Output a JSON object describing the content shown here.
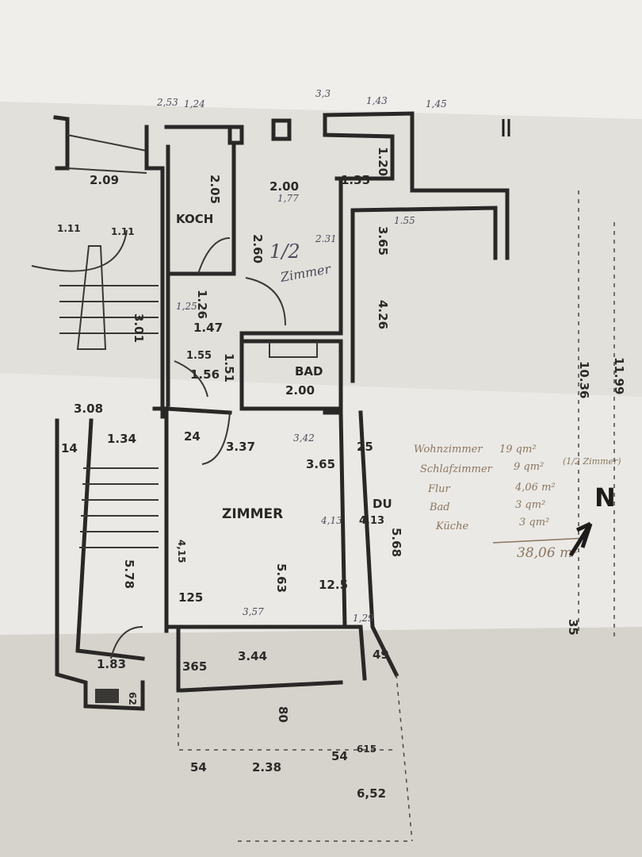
{
  "rooms": {
    "kitchen": "KOCH",
    "half_room": "1/2",
    "half_room_word": "Zimmer",
    "bath": "BAD",
    "room": "ZIMMER",
    "shower": "DU"
  },
  "dimensions": {
    "top_pen_1": "2,53",
    "top_pen_2": "1,24",
    "top_pen_3": "3,3",
    "top_pen_4": "1,43",
    "top_pen_5": "1,45",
    "d_209": "2.09",
    "d_205": "2.05",
    "d_200": "2.00",
    "d_177": "1,77",
    "d_135": "1.35",
    "d_120": "1.20",
    "d_111a": "1.11",
    "d_111b": "1.11",
    "d_301": "3.01",
    "d_260": "2.60",
    "d_231": "2.31",
    "d_365": "3.65",
    "d_426": "4.26",
    "d_155": "1.55",
    "d_126": "1.26",
    "d_125": "1,25",
    "d_147": "1.47",
    "d_155b": "1.55",
    "d_151": "1.51",
    "d_156": "1.56",
    "d_200b": "2.00",
    "d_308": "3.08",
    "d_134": "1.34",
    "d_14": "14",
    "d_24": "24",
    "d_337": "3.37",
    "d_342": "3,42",
    "d_365b": "3.65",
    "d_25": "25",
    "d_413a": "4,13",
    "d_413b": "4,13",
    "d_415": "4,15",
    "d_568": "5.68",
    "d_563": "5.63",
    "d_578": "5.78",
    "d_125b": "125",
    "d_125c": "12.5",
    "d_357": "3,57",
    "d_129": "1,29",
    "d_344": "3.44",
    "d_365c": "365",
    "d_49": "49",
    "d_183": "1.83",
    "d_80": "80",
    "d_62": "62",
    "d_54a": "54",
    "d_2385": "2.38",
    "d_54b": "54",
    "d_615": "615",
    "d_652": "6,52",
    "d_1036": "10.36",
    "d_1199": "11.99",
    "d_35": "35"
  },
  "area_notes": {
    "items": [
      {
        "label": "Wohnzimmer",
        "value": "19 qm²",
        "extra": ""
      },
      {
        "label": "Schlafzimmer",
        "value": "9 qm²",
        "extra": "(1/2 Zimmer)"
      },
      {
        "label": "Flur",
        "value": "4,06 m²",
        "extra": ""
      },
      {
        "label": "Bad",
        "value": "3 qm²",
        "extra": ""
      },
      {
        "label": "Küche",
        "value": "3 qm²",
        "extra": ""
      }
    ],
    "total": "38,06 m²"
  },
  "north_label": "N",
  "colors": {
    "paper": "#e6e4df",
    "ink": "#2a2826",
    "pen": "#8a7560"
  }
}
